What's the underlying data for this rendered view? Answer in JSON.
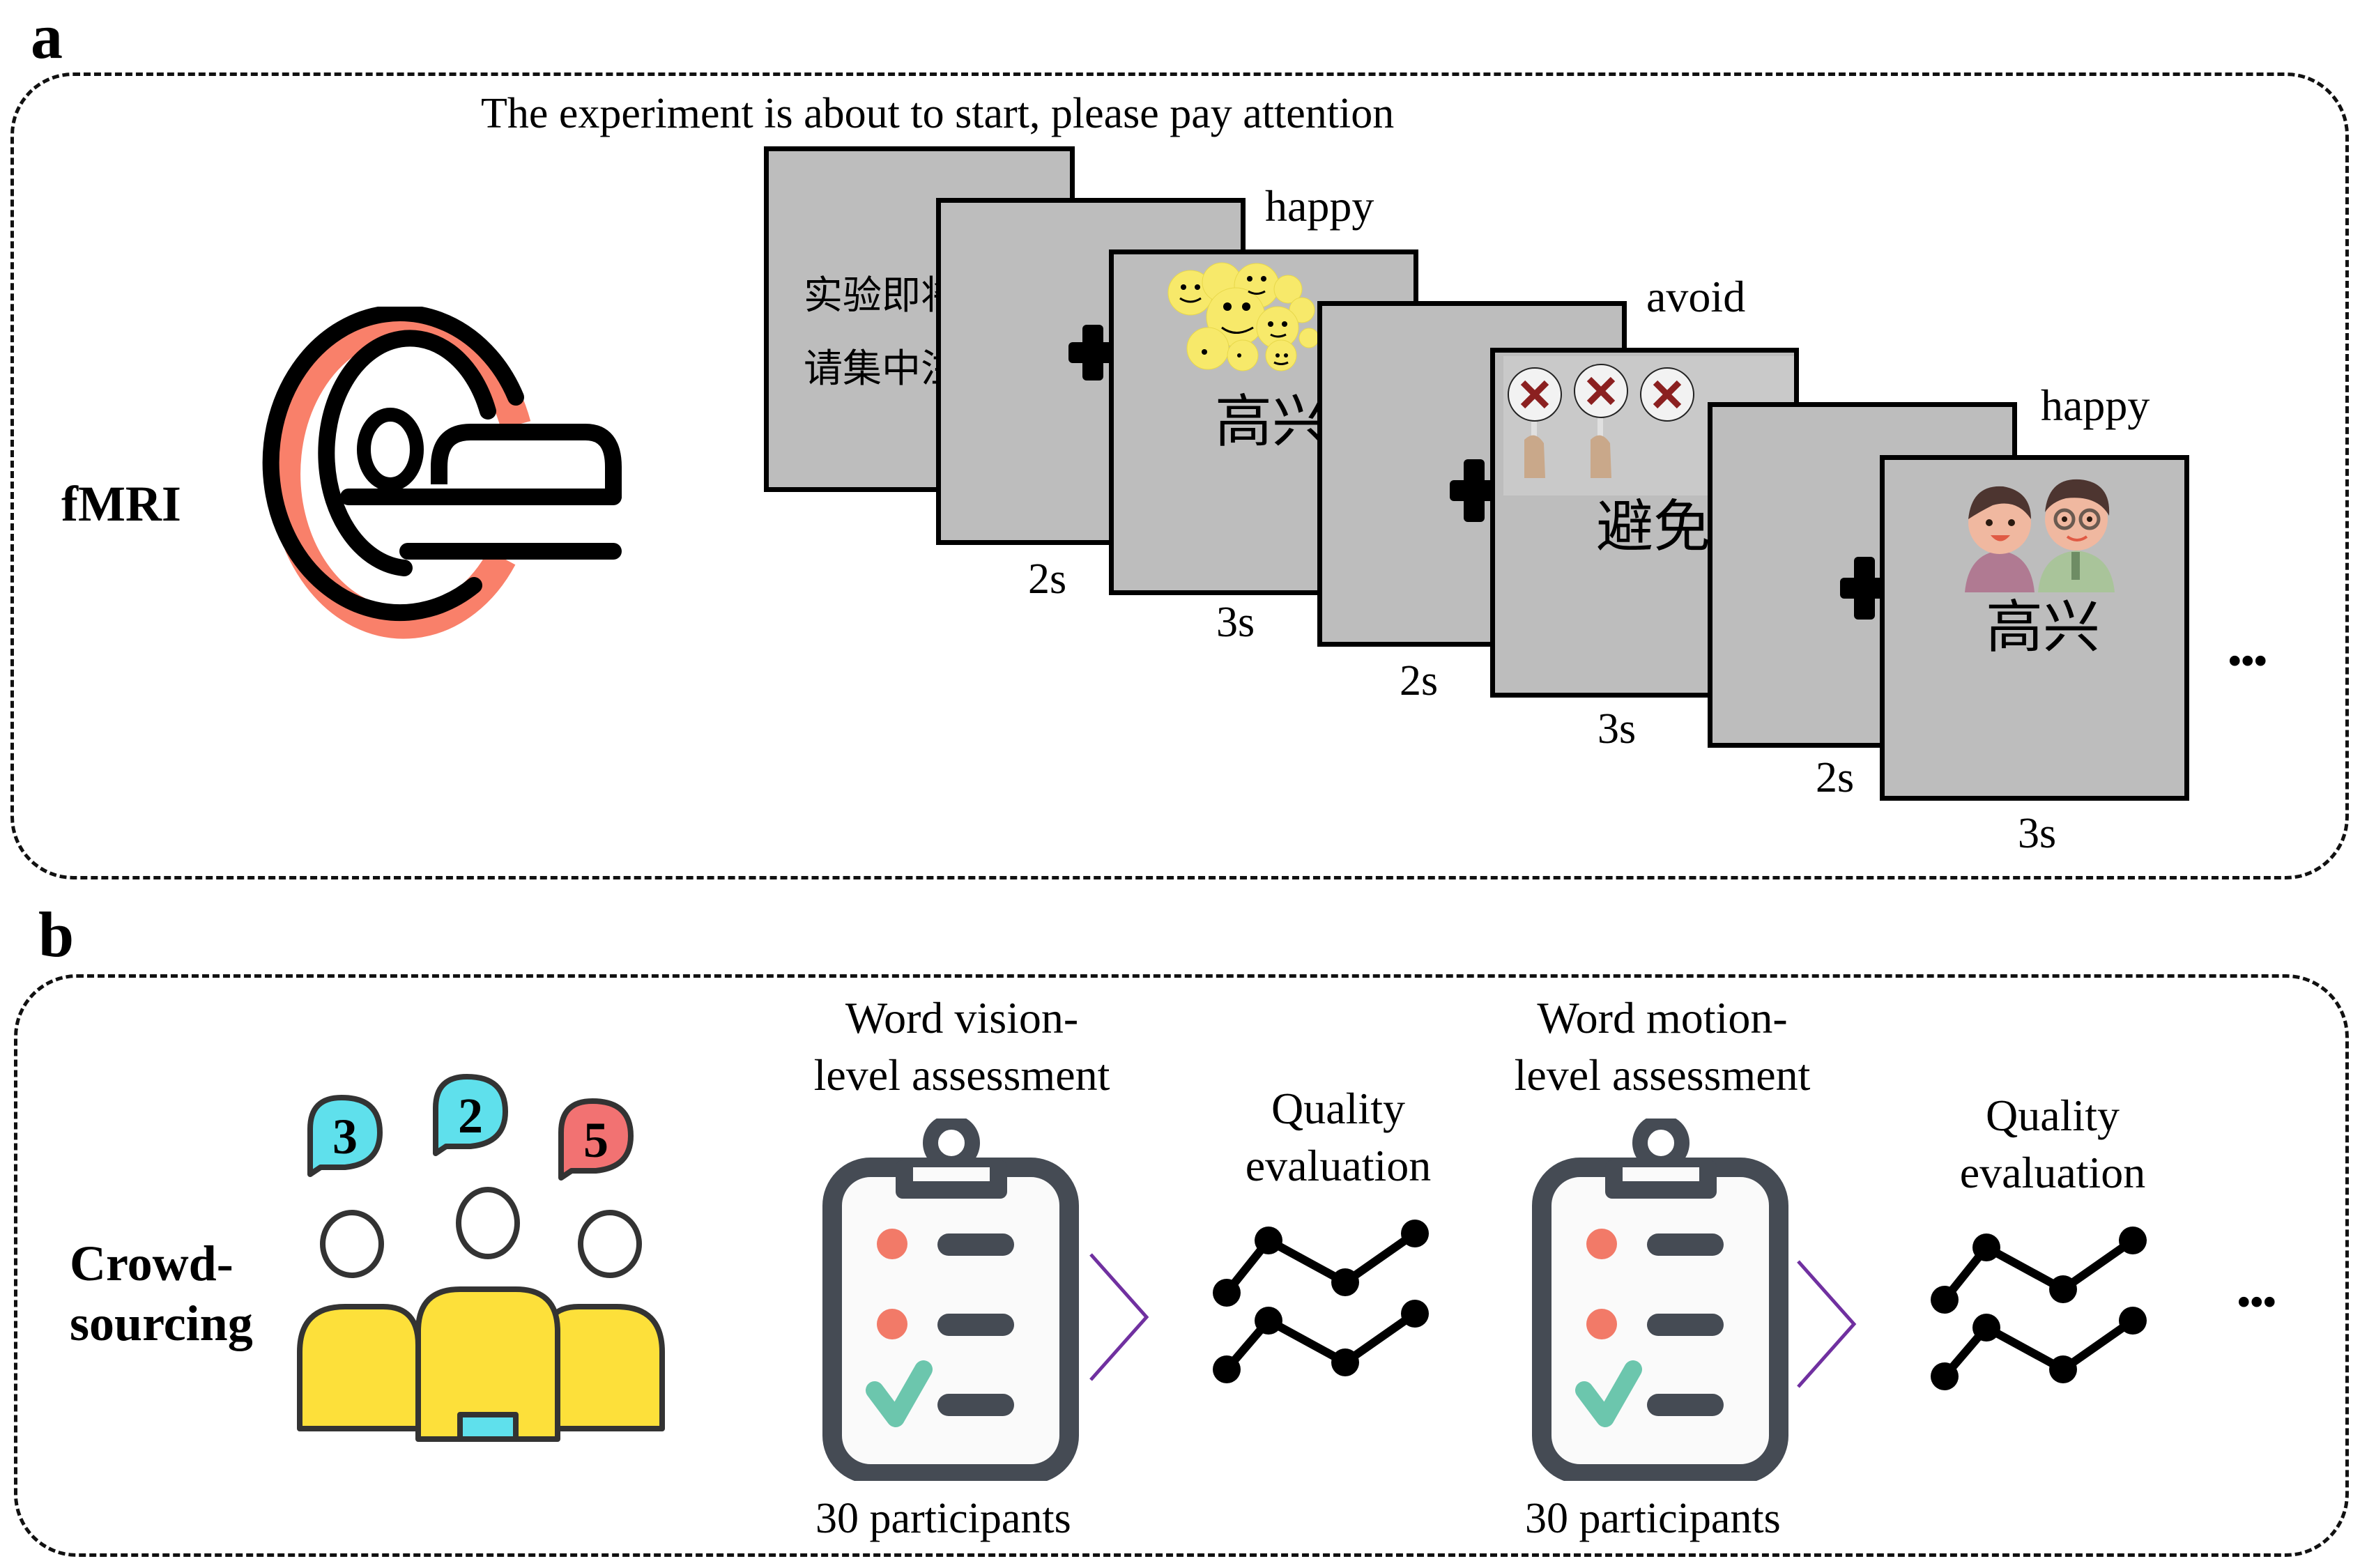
{
  "panel_a": {
    "letter": "a",
    "side_label": "fMRI",
    "header_caption": "The experiment is about to start, please pay attention",
    "scanner_icon": "mri-scanner-icon",
    "colors": {
      "accent": "#f9806a",
      "card_fill": "#bdbdbd",
      "card_border": "#000000"
    },
    "sequence": [
      {
        "type": "instruction",
        "lines": [
          "实验即将开始",
          "请集中注意"
        ],
        "duration": ""
      },
      {
        "type": "fixation",
        "duration": "2s"
      },
      {
        "type": "stimulus",
        "condition": "happy",
        "word": "高兴",
        "image": "smiley-faces-image",
        "duration": "3s"
      },
      {
        "type": "fixation",
        "duration": "2s"
      },
      {
        "type": "stimulus",
        "condition": "avoid",
        "word": "避免",
        "image": "hands-holding-x-signs-image",
        "duration": "3s"
      },
      {
        "type": "fixation",
        "duration": "2s"
      },
      {
        "type": "stimulus",
        "condition": "happy",
        "word": "高兴",
        "image": "happy-couple-cartoon-image",
        "duration": "3s"
      }
    ],
    "continuation": "..."
  },
  "panel_b": {
    "letter": "b",
    "side_label_lines": [
      "Crowd-",
      "sourcing"
    ],
    "crowd_icon": "crowd-rating-icon",
    "bubble_scores": [
      {
        "value": "3",
        "color": "#5fe0ec"
      },
      {
        "value": "2",
        "color": "#5fe0ec"
      },
      {
        "value": "5",
        "color": "#f27272"
      }
    ],
    "steps": [
      {
        "title_lines": [
          "Word vision-",
          "level assessment"
        ],
        "participants": "30 participants",
        "icon": "clipboard-checklist-icon"
      },
      {
        "title_lines": [
          "Quality",
          "evaluation"
        ],
        "icon": "line-chart-icon"
      },
      {
        "title_lines": [
          "Word motion-",
          "level assessment"
        ],
        "participants": "30 participants",
        "icon": "clipboard-checklist-icon"
      },
      {
        "title_lines": [
          "Quality",
          "evaluation"
        ],
        "icon": "line-chart-icon"
      }
    ],
    "continuation": "...",
    "colors": {
      "clipboard": "#454b54",
      "dot": "#f27a68",
      "check": "#6cc6ad",
      "arrow": "#7030a0"
    }
  }
}
